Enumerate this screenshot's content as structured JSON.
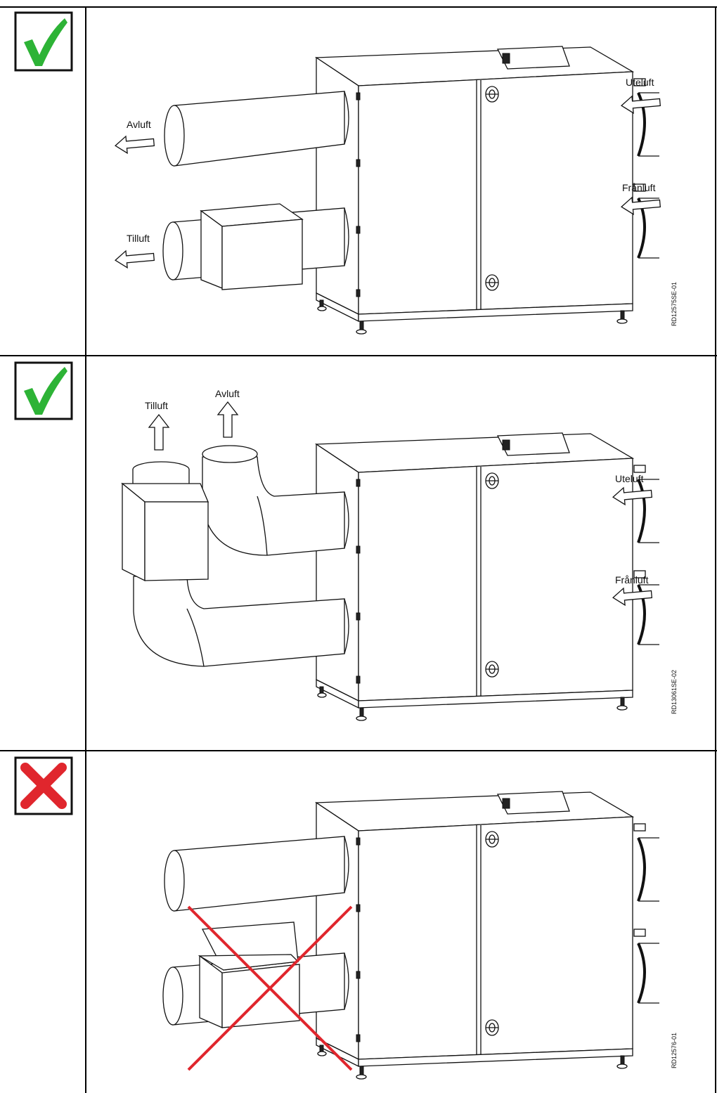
{
  "panels": [
    {
      "status": "correct",
      "status_icon": "check-mark-icon",
      "status_color": "#2db336",
      "labels": {
        "exhaust": "Avluft",
        "supply": "Tilluft",
        "outdoor": "Uteluft",
        "extract": "Frånluft"
      },
      "drawing_code": "RD12575SE-01"
    },
    {
      "status": "correct",
      "status_icon": "check-mark-icon",
      "status_color": "#2db336",
      "labels": {
        "exhaust": "Avluft",
        "supply": "Tilluft",
        "outdoor": "Uteluft",
        "extract": "Frånluft"
      },
      "drawing_code": "RD13061SE-02"
    },
    {
      "status": "incorrect",
      "status_icon": "cross-mark-icon",
      "status_color": "#e0262d",
      "drawing_code": "RD12576-01"
    }
  ]
}
